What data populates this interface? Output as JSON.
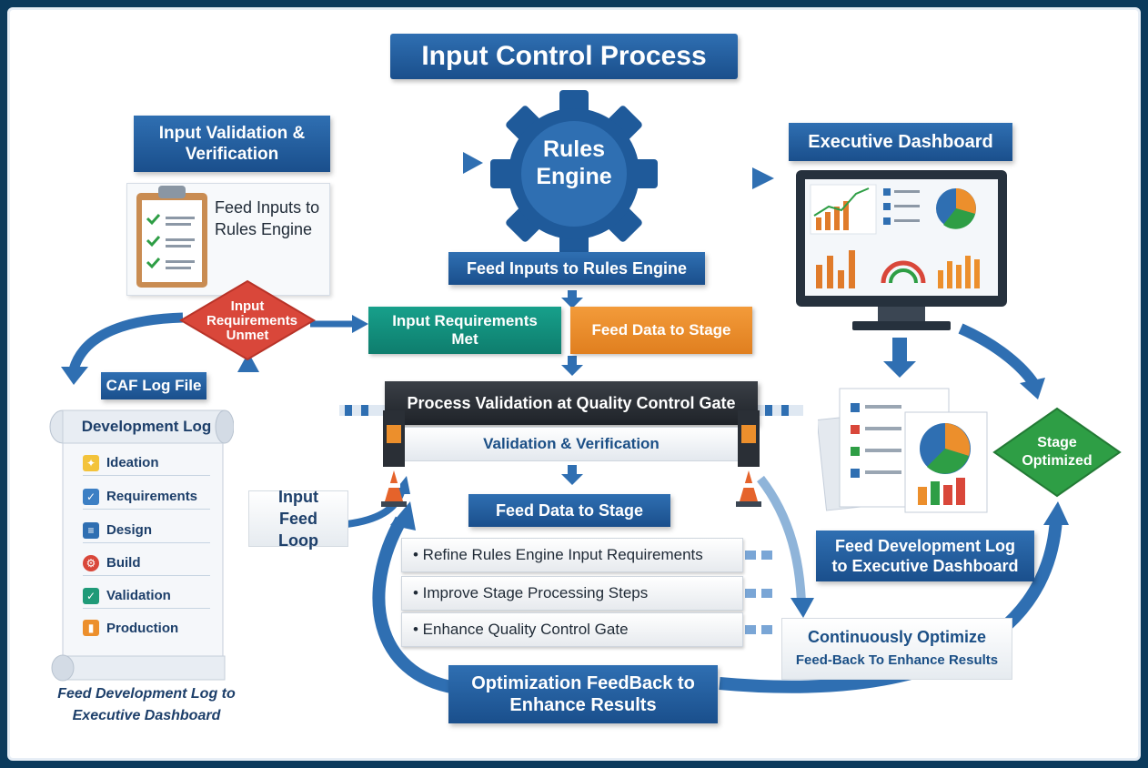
{
  "title": "Input Control Process",
  "input_validation": {
    "label": "Input Validation & Verification",
    "bullet": "Feed Inputs to Rules Engine"
  },
  "rules_engine": {
    "label": "Rules Engine",
    "sub": "Feed Inputs to Rules Engine"
  },
  "executive_dashboard": {
    "label": "Executive Dashboard"
  },
  "unmet": {
    "label": "Input Requirements Unmet"
  },
  "met": {
    "label": "Input Requirements Met"
  },
  "feed_stage_orange": "Feed Data to Stage",
  "gate": {
    "title": "Process Validation at Quality Control Gate",
    "sub": "Validation & Verification"
  },
  "feed_stage_blue": "Feed Data to Stage",
  "caf": "CAF Log File",
  "dev_log": {
    "title": "Development Log",
    "items": [
      "Ideation",
      "Requirements",
      "Design",
      "Build",
      "Validation",
      "Production"
    ],
    "caption": "Feed Development Log to Executive Dashboard"
  },
  "input_feed_loop": "Input Feed Loop",
  "improvements": [
    "• Refine Rules Engine Input Requirements",
    "• Improve Stage Processing Steps",
    "• Enhance Quality Control Gate"
  ],
  "optimization": "Optimization FeedBack to Enhance Results",
  "continuous": {
    "title": "Continuously Optimize",
    "sub": "Feed-Back To Enhance Results"
  },
  "stage_optimized": "Stage Optimized",
  "feed_dev_log_right": "Feed Development Log to Executive Dashboard",
  "colors": {
    "navy": "#1a4f8c",
    "teal": "#12927f",
    "orange": "#ec8f2c",
    "red": "#d9473a",
    "green": "#2e9e45"
  }
}
